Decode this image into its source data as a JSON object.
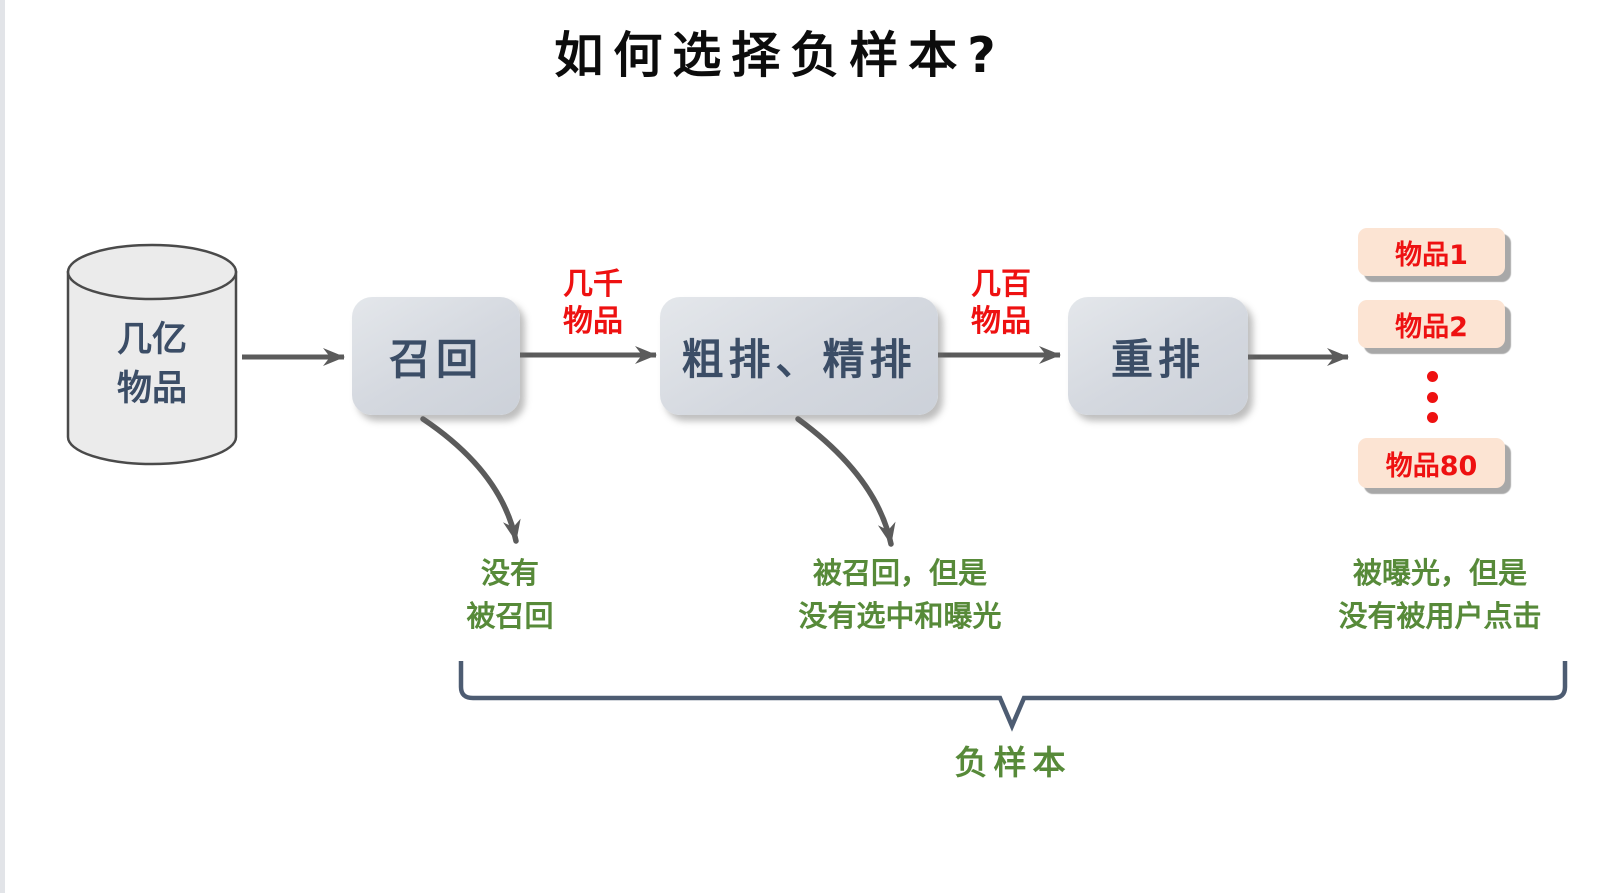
{
  "title": "如何选择负样本?",
  "source": {
    "label": "几亿\n物品"
  },
  "stages": [
    {
      "label": "召回"
    },
    {
      "label": "粗排、精排"
    },
    {
      "label": "重排"
    }
  ],
  "edge_labels": [
    {
      "label": "几千\n物品"
    },
    {
      "label": "几百\n物品"
    }
  ],
  "output_items": [
    {
      "label": "物品1"
    },
    {
      "label": "物品2"
    },
    {
      "label": "物品80"
    }
  ],
  "annotations": [
    {
      "label": "没有\n被召回"
    },
    {
      "label": "被召回，但是\n没有选中和曝光"
    },
    {
      "label": "被曝光，但是\n没有被用户点击"
    }
  ],
  "brace_label": "负样本",
  "colors": {
    "title_text": "#0c0c0c",
    "stage_fill": "#d4d8df",
    "stage_text": "#3b4d66",
    "cylinder_fill": "#ebebeb",
    "cylinder_stroke": "#4a4a4a",
    "edge_label_text": "#ee1111",
    "item_bg": "#fce4d3",
    "item_text": "#ee1111",
    "annotation_text": "#578a39",
    "arrow": "#5b5b5b",
    "brace": "#4d5c72"
  }
}
